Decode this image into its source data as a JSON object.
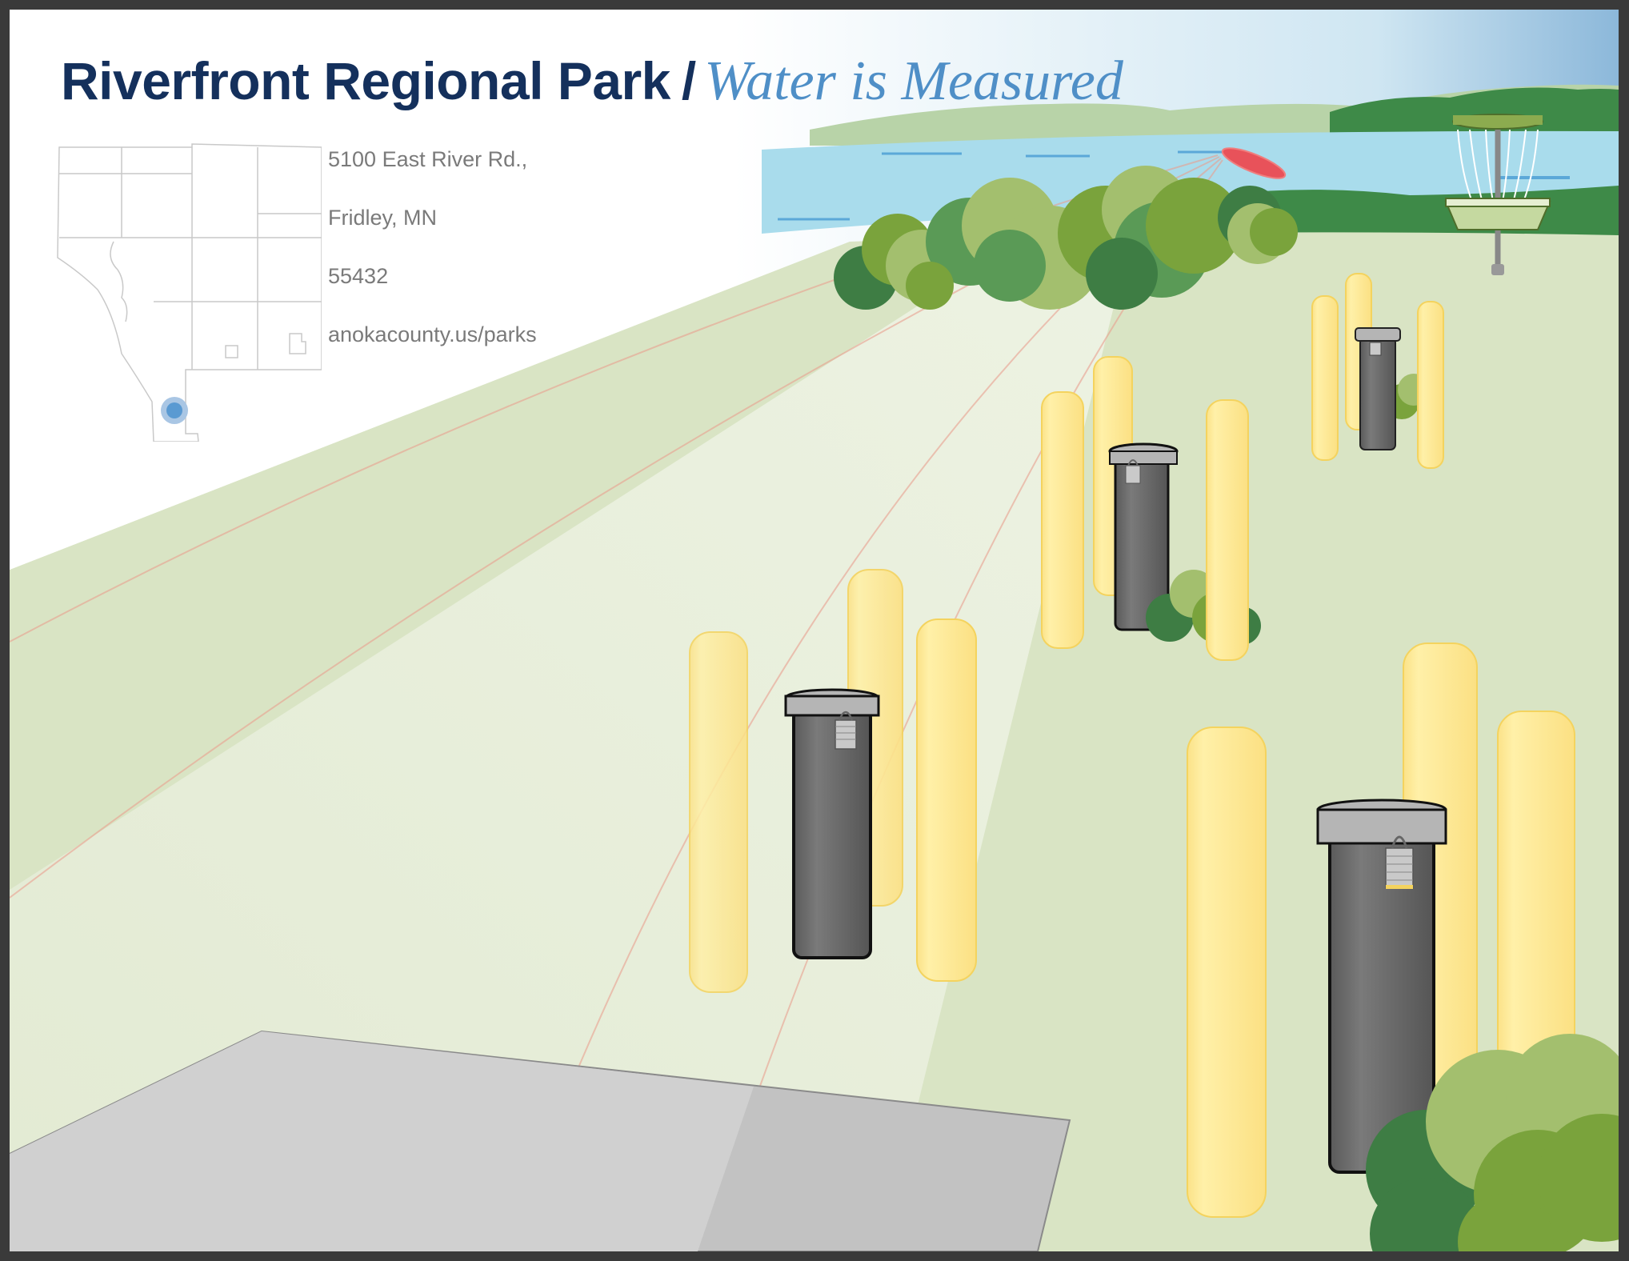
{
  "header": {
    "title": "Riverfront Regional Park",
    "separator": "/",
    "subtitle": "Water is Measured"
  },
  "address": {
    "street": "5100 East River Rd.,",
    "city_state": "Fridley, MN",
    "zip": "55432",
    "website": "anokacounty.us/parks"
  },
  "colors": {
    "title": "#14305c",
    "subtitle": "#4f8fc7",
    "grass": "#d9e4c4",
    "water": "#a9dcec",
    "pillar": "#fde68a",
    "pillar_edge": "#f4d35e",
    "post": "#6b6b6b",
    "disc": "#e8525a",
    "bush_dark": "#3f7d44",
    "bush_mid": "#7aa33c",
    "bush_light": "#a3bf6e",
    "location_marker": "#4f8fc7",
    "text_gray": "#7a7a7a"
  },
  "icons": {
    "location": "location-dot-icon",
    "basket": "disc-golf-basket-icon",
    "disc": "flying-disc-icon",
    "padlock": "padlock-icon"
  }
}
